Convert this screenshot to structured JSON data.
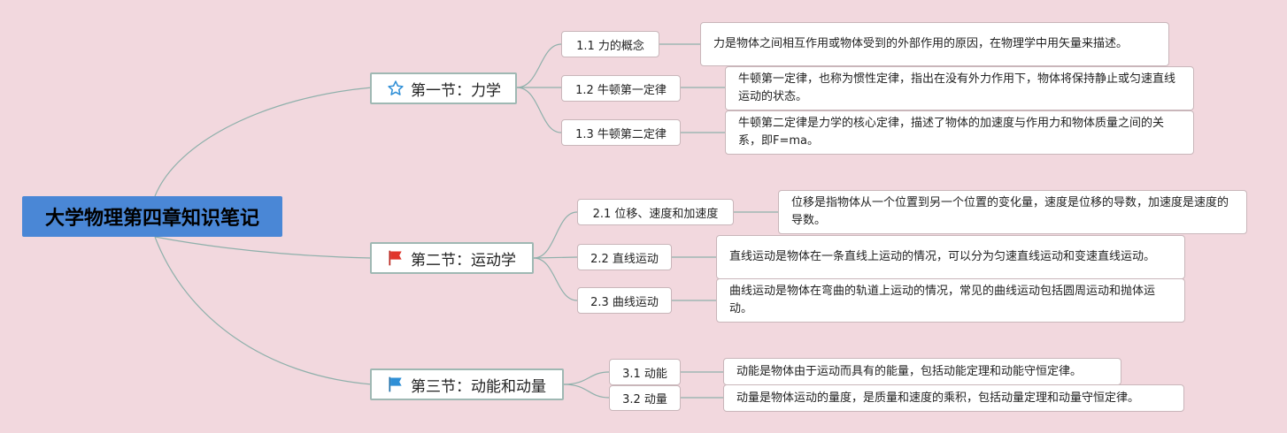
{
  "root": {
    "title": "大学物理第四章知识笔记"
  },
  "sections": [
    {
      "title": "第一节：力学",
      "icon": "star-outline-icon",
      "icon_color": "#2f8fd6",
      "items": [
        {
          "label": "1.1 力的概念",
          "text": "力是物体之间相互作用或物体受到的外部作用的原因，在物理学中用矢量来描述。"
        },
        {
          "label": "1.2 牛顿第一定律",
          "text": "牛顿第一定律，也称为惯性定律，指出在没有外力作用下，物体将保持静止或匀速直线运动的状态。"
        },
        {
          "label": "1.3 牛顿第二定律",
          "text": "牛顿第二定律是力学的核心定律，描述了物体的加速度与作用力和物体质量之间的关系，即F=ma。"
        }
      ]
    },
    {
      "title": "第二节：运动学",
      "icon": "red-flag-icon",
      "icon_color": "#e0352b",
      "items": [
        {
          "label": "2.1 位移、速度和加速度",
          "text": "位移是指物体从一个位置到另一个位置的变化量，速度是位移的导数，加速度是速度的导数。"
        },
        {
          "label": "2.2 直线运动",
          "text": "直线运动是物体在一条直线上运动的情况，可以分为匀速直线运动和变速直线运动。"
        },
        {
          "label": "2.3 曲线运动",
          "text": "曲线运动是物体在弯曲的轨道上运动的情况，常见的曲线运动包括圆周运动和抛体运动。"
        }
      ]
    },
    {
      "title": "第三节：动能和动量",
      "icon": "blue-flag-icon",
      "icon_color": "#2f8fd6",
      "items": [
        {
          "label": "3.1 动能",
          "text": "动能是物体由于运动而具有的能量，包括动能定理和动能守恒定律。"
        },
        {
          "label": "3.2 动量",
          "text": "动量是物体运动的量度，是质量和速度的乘积，包括动量定理和动量守恒定律。"
        }
      ]
    }
  ]
}
